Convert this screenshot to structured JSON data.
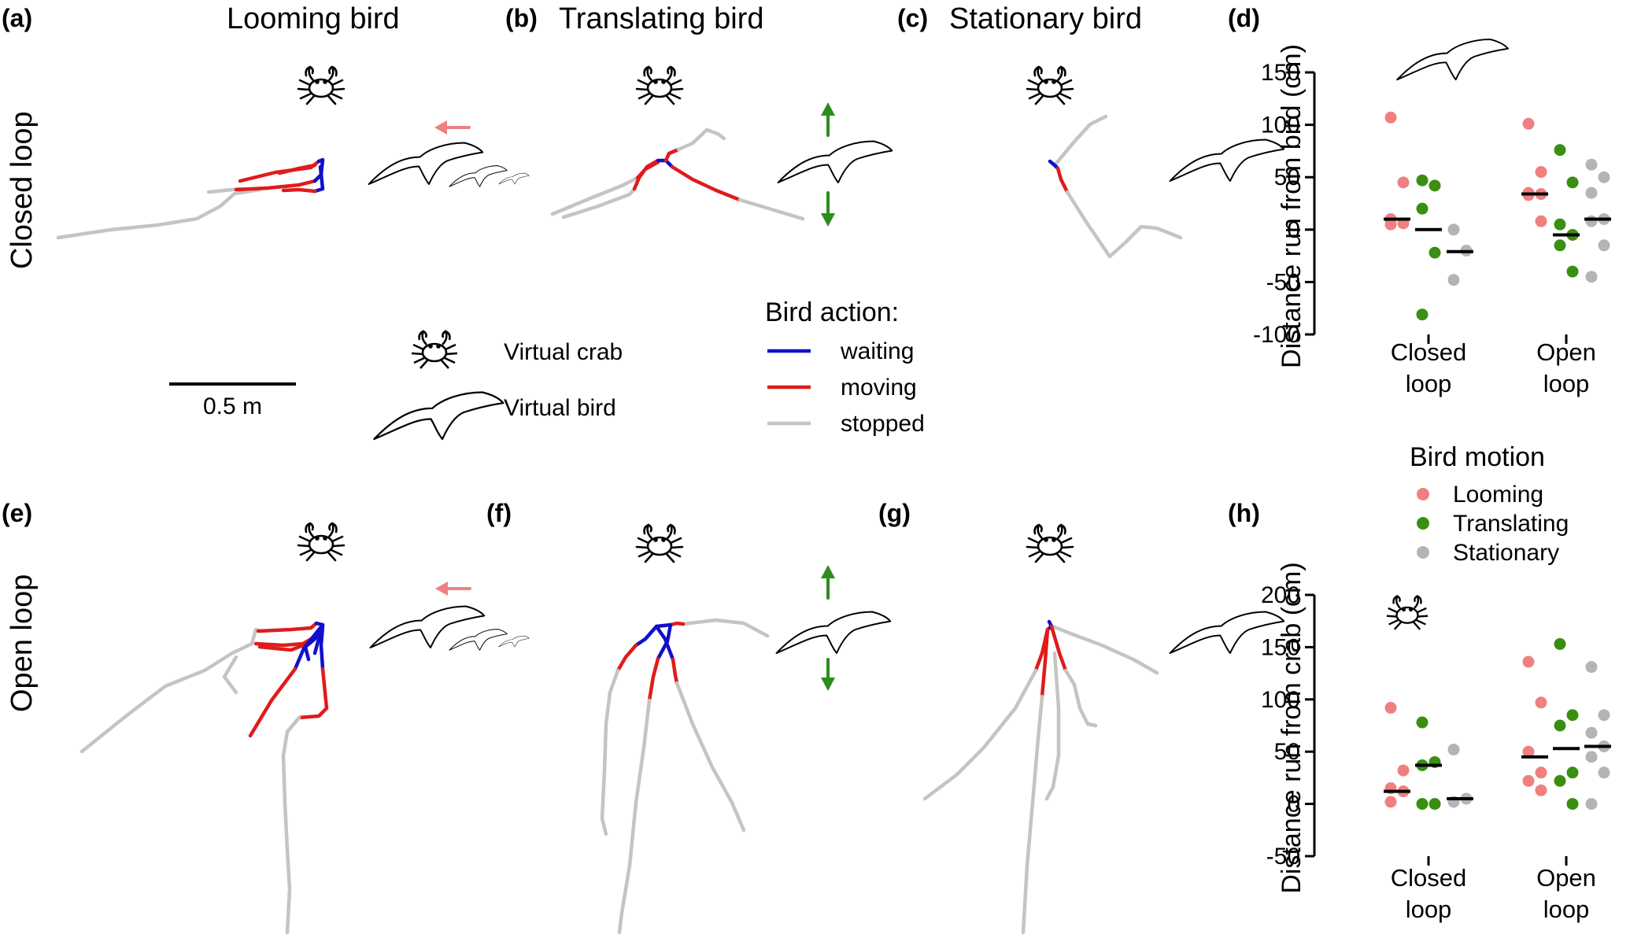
{
  "panels": {
    "a": {
      "label": "(a)",
      "title": "Looming bird"
    },
    "b": {
      "label": "(b)",
      "title": "Translating bird"
    },
    "c": {
      "label": "(c)",
      "title": "Stationary bird"
    },
    "d": {
      "label": "(d)"
    },
    "e": {
      "label": "(e)"
    },
    "f": {
      "label": "(f)"
    },
    "g": {
      "label": "(g)"
    },
    "h": {
      "label": "(h)"
    }
  },
  "rows": {
    "closed": "Closed loop",
    "open": "Open loop"
  },
  "key": {
    "virtual_crab": "Virtual crab",
    "virtual_bird": "Virtual bird",
    "scale_bar": "0.5 m"
  },
  "action_legend": {
    "title": "Bird action:",
    "items": [
      {
        "label": "waiting",
        "color": "#1010cc"
      },
      {
        "label": "moving",
        "color": "#e01b1b"
      },
      {
        "label": "stopped",
        "color": "#c4c4c4"
      }
    ]
  },
  "motion_legend": {
    "title": "Bird motion",
    "items": [
      {
        "label": "Looming",
        "color": "#f08080"
      },
      {
        "label": "Translating",
        "color": "#3a8f12"
      },
      {
        "label": "Stationary",
        "color": "#b4b4b4"
      }
    ]
  },
  "colors": {
    "waiting": "#1010cc",
    "moving": "#e01b1b",
    "stopped": "#c4c4c4",
    "arrow_looming": "#f08080",
    "arrow_translating": "#2e8b1f"
  },
  "icons": [
    "crab-icon",
    "bird-icon",
    "left-arrow-icon",
    "up-arrow-icon",
    "down-arrow-icon"
  ],
  "chart_data": [
    {
      "id": "d",
      "type": "scatter",
      "ylabel": "Distance run from bird (cm)",
      "ylim": [
        -100,
        150
      ],
      "yticks": [
        -100,
        -50,
        0,
        50,
        100,
        150
      ],
      "categories": [
        "Closed loop",
        "Open loop"
      ],
      "category_lines": [
        [
          "Closed",
          "loop"
        ],
        [
          "Open",
          "loop"
        ]
      ],
      "series": [
        {
          "name": "Looming",
          "color": "#f08080",
          "values": [
            [
              107,
              45,
              10,
              6,
              5
            ],
            [
              101,
              55,
              35,
              34,
              33,
              8
            ]
          ],
          "medians": [
            10,
            34
          ]
        },
        {
          "name": "Translating",
          "color": "#3a8f12",
          "values": [
            [
              47,
              42,
              20,
              -22,
              -81
            ],
            [
              76,
              45,
              5,
              -5,
              -15,
              -40
            ]
          ],
          "medians": [
            0,
            -5
          ]
        },
        {
          "name": "Stationary",
          "color": "#b4b4b4",
          "values": [
            [
              0,
              -20,
              -48
            ],
            [
              62,
              50,
              35,
              10,
              8,
              -15,
              -45
            ]
          ],
          "medians": [
            -21,
            10
          ]
        }
      ]
    },
    {
      "id": "h",
      "type": "scatter",
      "ylabel": "Distance run from crab (cm)",
      "ylim": [
        -50,
        200
      ],
      "yticks": [
        -50,
        0,
        50,
        100,
        150,
        200
      ],
      "categories": [
        "Closed loop",
        "Open loop"
      ],
      "category_lines": [
        [
          "Closed",
          "loop"
        ],
        [
          "Open",
          "loop"
        ]
      ],
      "series": [
        {
          "name": "Looming",
          "color": "#f08080",
          "values": [
            [
              92,
              32,
              15,
              12,
              2
            ],
            [
              136,
              97,
              50,
              30,
              22,
              13
            ]
          ],
          "medians": [
            12,
            45
          ]
        },
        {
          "name": "Translating",
          "color": "#3a8f12",
          "values": [
            [
              78,
              40,
              37,
              0,
              0
            ],
            [
              153,
              85,
              75,
              30,
              22,
              0
            ]
          ],
          "medians": [
            37,
            53
          ]
        },
        {
          "name": "Stationary",
          "color": "#b4b4b4",
          "values": [
            [
              52,
              5,
              2
            ],
            [
              131,
              85,
              68,
              55,
              45,
              30,
              0
            ]
          ],
          "medians": [
            5,
            55
          ]
        }
      ]
    }
  ]
}
